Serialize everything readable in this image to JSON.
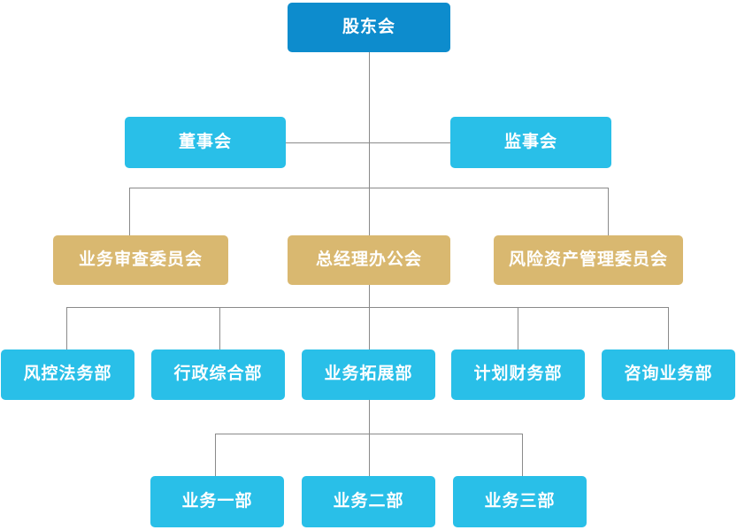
{
  "chart": {
    "title": "",
    "type": "org-chart",
    "colors": {
      "root": "#0d8ccd",
      "board": "#29bfe8",
      "committee": "#d9b870",
      "department": "#29bfe8",
      "subdepartment": "#29bfe8",
      "connector": "#8a8a8a",
      "background": "#ffffff",
      "text": "#ffffff"
    },
    "levels": [
      {
        "level": 1,
        "name": "shareholders",
        "nodes": [
          {
            "id": "shareholders-meeting",
            "label": "股东会"
          }
        ]
      },
      {
        "level": 2,
        "name": "boards",
        "nodes": [
          {
            "id": "board-of-directors",
            "label": "董事会"
          },
          {
            "id": "board-of-supervisors",
            "label": "监事会"
          }
        ]
      },
      {
        "level": 3,
        "name": "committees",
        "nodes": [
          {
            "id": "business-review-committee",
            "label": "业务审查委员会"
          },
          {
            "id": "general-manager-office-meeting",
            "label": "总经理办公会"
          },
          {
            "id": "risk-asset-management-committee",
            "label": "风险资产管理委员会"
          }
        ]
      },
      {
        "level": 4,
        "name": "departments",
        "nodes": [
          {
            "id": "risk-control-legal-dept",
            "label": "风控法务部"
          },
          {
            "id": "administration-dept",
            "label": "行政综合部"
          },
          {
            "id": "business-development-dept",
            "label": "业务拓展部"
          },
          {
            "id": "planning-finance-dept",
            "label": "计划财务部"
          },
          {
            "id": "consulting-business-dept",
            "label": "咨询业务部"
          }
        ]
      },
      {
        "level": 5,
        "name": "business-units",
        "nodes": [
          {
            "id": "business-unit-1",
            "label": "业务一部"
          },
          {
            "id": "business-unit-2",
            "label": "业务二部"
          },
          {
            "id": "business-unit-3",
            "label": "业务三部"
          }
        ]
      }
    ]
  }
}
